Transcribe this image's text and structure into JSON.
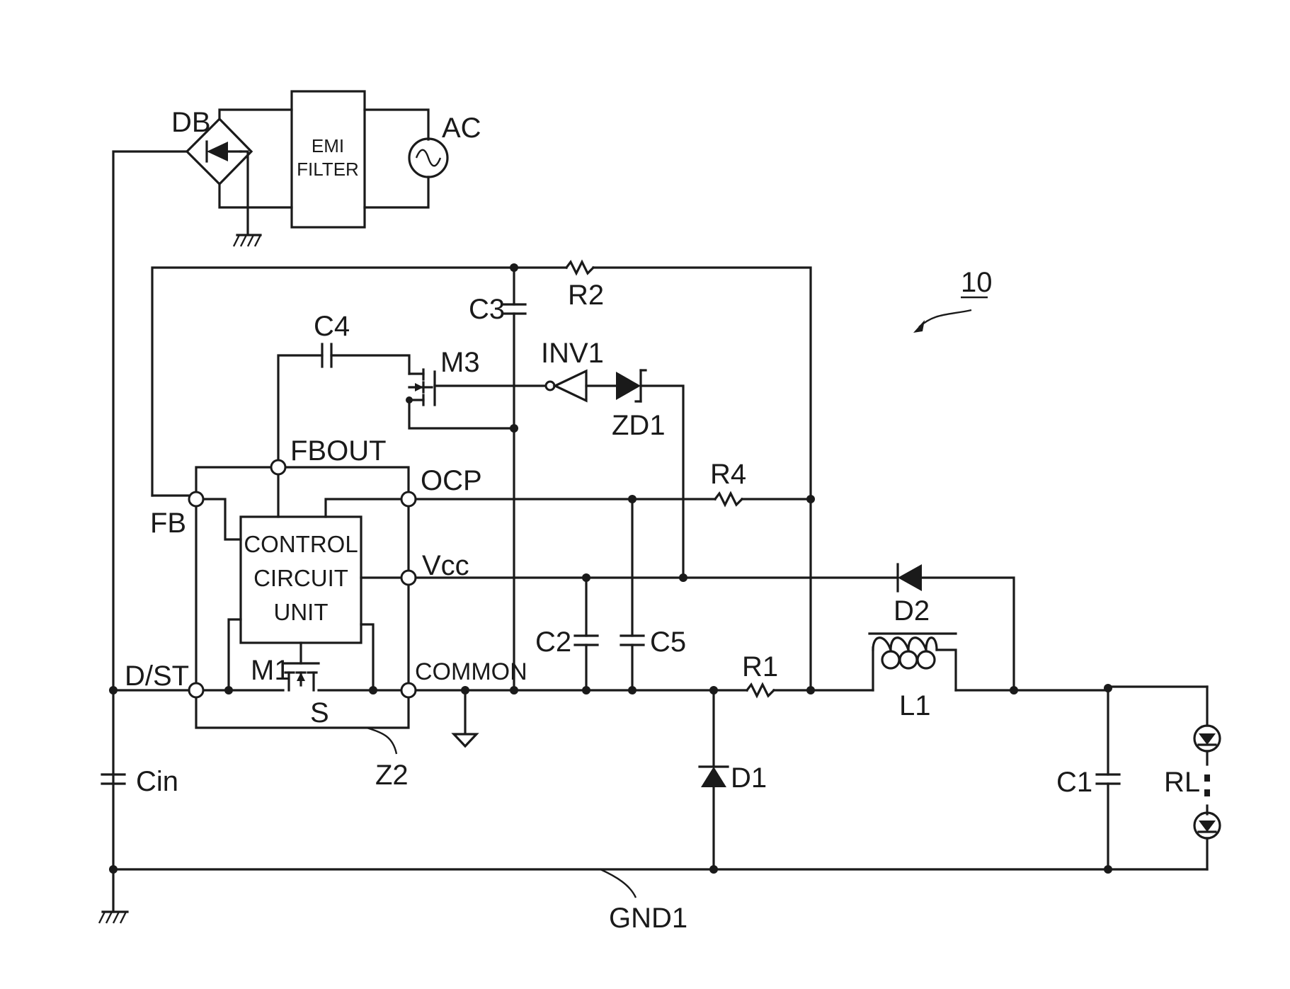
{
  "figure": {
    "reference_numeral": "10"
  },
  "blocks": {
    "emi_filter": [
      "EMI",
      "FILTER"
    ],
    "control_unit": [
      "CONTROL",
      "CIRCUIT",
      "UNIT"
    ]
  },
  "labels": {
    "db": "DB",
    "ac": "AC",
    "c3": "C3",
    "r2": "R2",
    "c4": "C4",
    "m3": "M3",
    "inv1": "INV1",
    "zd1": "ZD1",
    "fbout": "FBOUT",
    "ocp": "OCP",
    "fb": "FB",
    "r4": "R4",
    "vcc": "Vcc",
    "d2": "D2",
    "c2": "C2",
    "c5": "C5",
    "l1": "L1",
    "r1": "R1",
    "dst": "D/ST",
    "m1": "M1",
    "common": "COMMON",
    "s": "S",
    "z2": "Z2",
    "cin": "Cin",
    "d1": "D1",
    "c1": "C1",
    "rl": "RL",
    "gnd1": "GND1"
  }
}
